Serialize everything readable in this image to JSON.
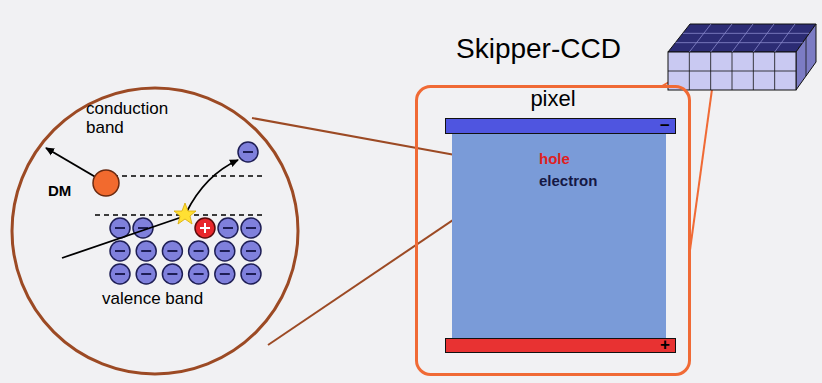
{
  "diagram": {
    "nodes": [
      {
        "text": [
          "DM",
          "conduction band",
          "valence band"
        ]
      },
      {
        "text": [
          "pixel"
        ]
      },
      {
        "text": [
          "−"
        ],
        "in": 1
      },
      {
        "text": [
          "+"
        ],
        "in": 1
      }
    ],
    "labels": [
      "Skipper-CCD",
      "hole",
      "electron"
    ]
  }
}
